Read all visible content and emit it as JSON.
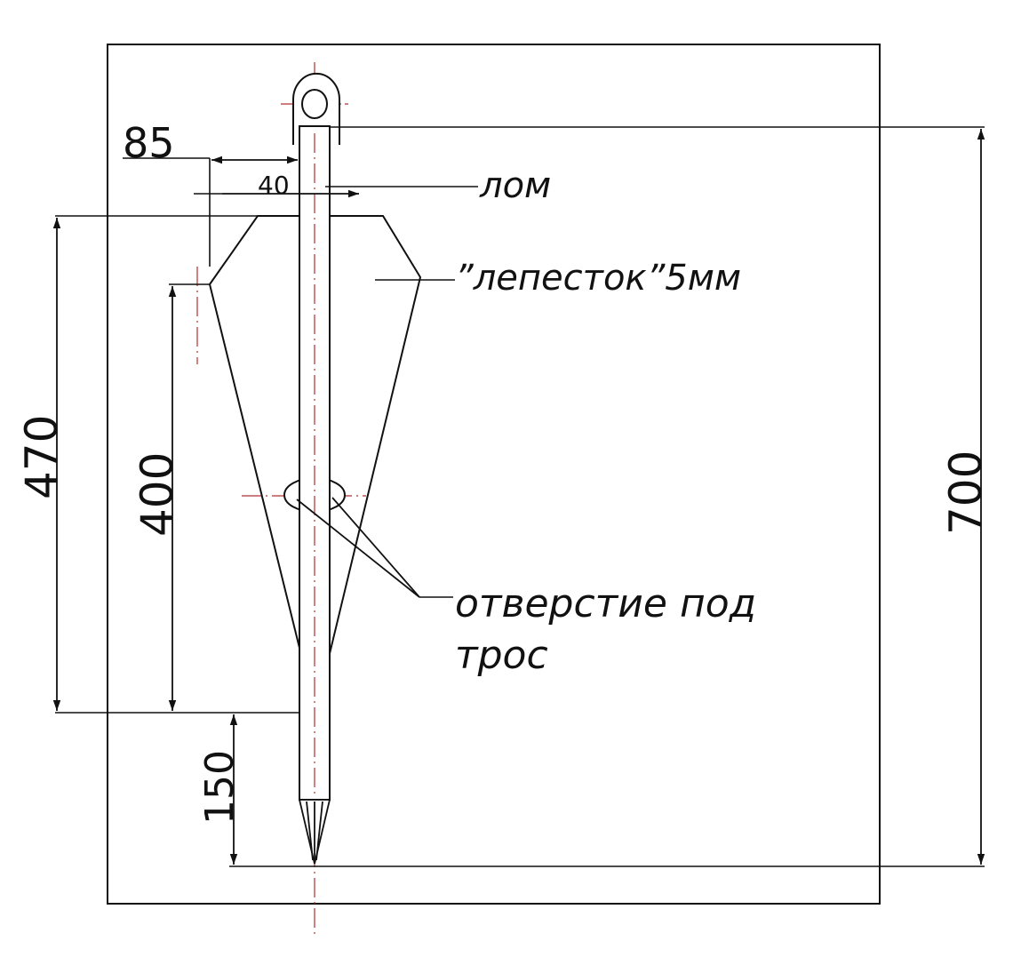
{
  "colors": {
    "line": "#111111",
    "centerline": "#b03030",
    "background": "#ffffff"
  },
  "dimensions": {
    "d85": "85",
    "d40": "40",
    "d470": "470",
    "d400": "400",
    "d150": "150",
    "d700": "700"
  },
  "labels": {
    "crowbar": "лом",
    "petal": "”лепесток”5мм",
    "hole_line1": "отверстие  под",
    "hole_line2": "трос"
  }
}
